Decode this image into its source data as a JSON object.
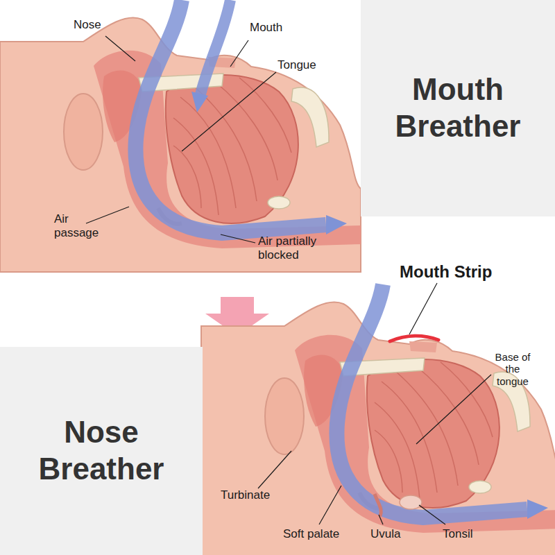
{
  "diagram": {
    "nodes": [
      {
        "text": [
          "Mouth Breather"
        ]
      },
      {
        "text": [
          "Nose Breather"
        ]
      }
    ],
    "labels": [
      "Nose",
      "Mouth",
      "Tongue",
      "Air passage",
      "Air partially blocked",
      "Mouth Strip",
      "Base of the tongue",
      "Turbinate",
      "Soft palate",
      "Uvula",
      "Tonsil"
    ]
  }
}
